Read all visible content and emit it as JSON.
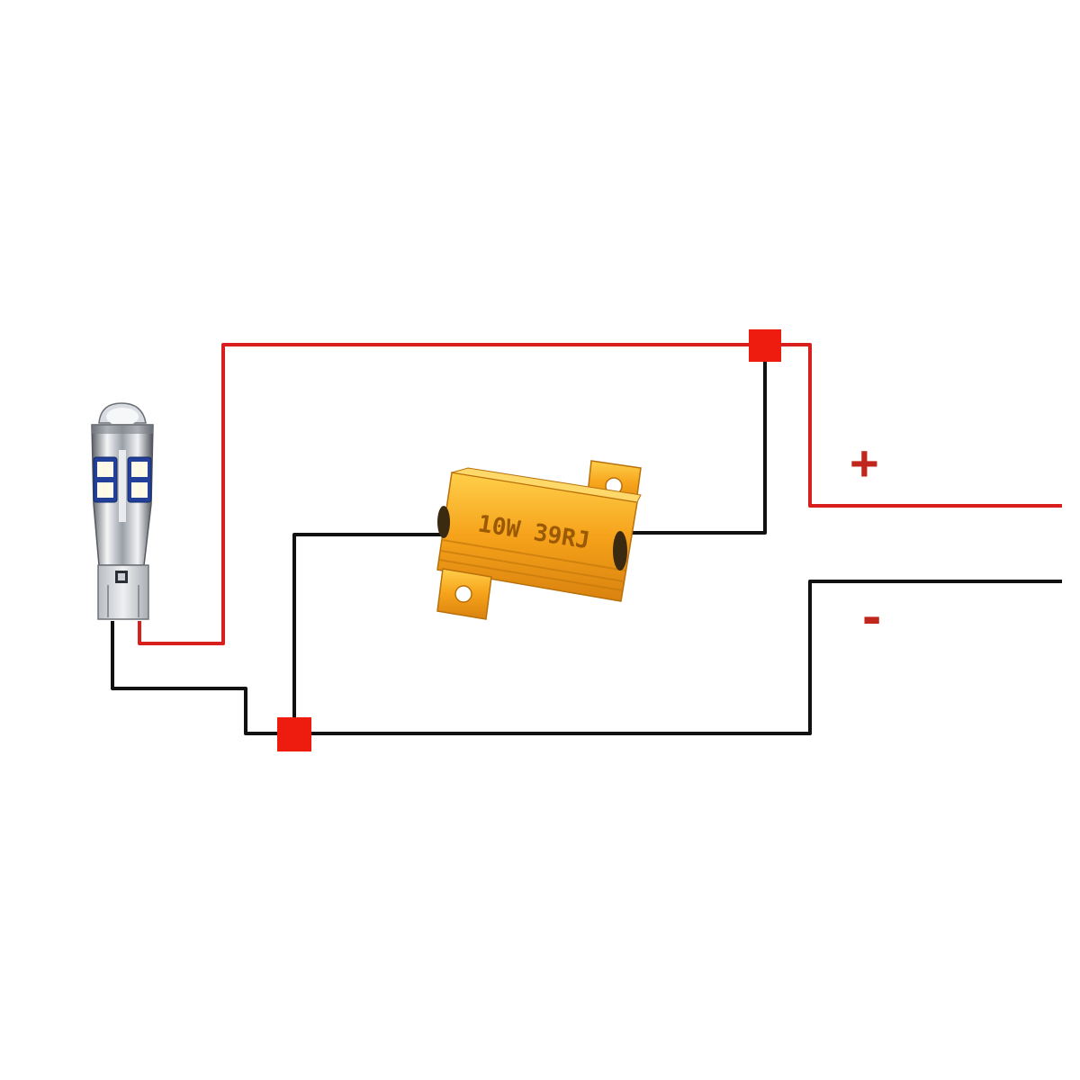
{
  "diagram": {
    "resistor": {
      "label": "10W 39RJ"
    },
    "terminals": {
      "positive": "+",
      "negative": "-"
    },
    "colors": {
      "positive_wire": "#d91e1e",
      "negative_wire": "#111111",
      "junction": "#ee1c0f",
      "resistor_body": "#f6a21a",
      "bulb_chrome": "#c9ccd4"
    },
    "components": [
      "led-bulb",
      "load-resistor",
      "positive-junction",
      "negative-junction"
    ]
  }
}
